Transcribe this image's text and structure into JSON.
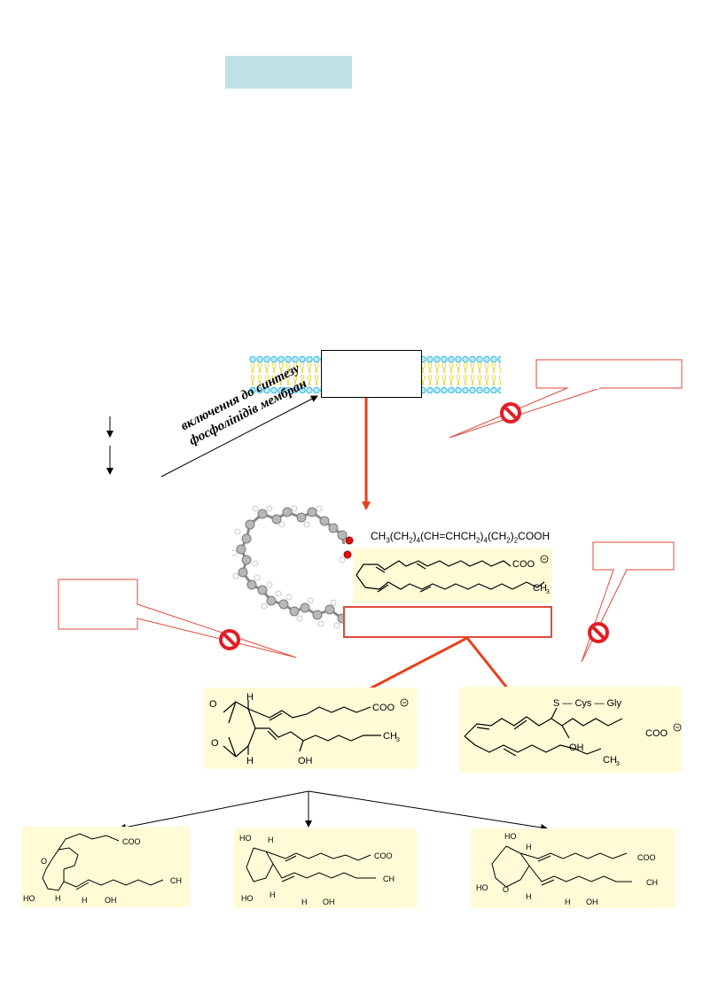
{
  "membrane_label": "включення до синтезу фосфоліпідів мембран",
  "formula": {
    "base": "CH",
    "parts": [
      {
        "t": "CH",
        "sub": "3"
      },
      {
        "t": "(CH",
        "sub": "2"
      },
      {
        "t": ")",
        "sub": "4"
      },
      {
        "t": "(CH=CHCH",
        "sub": "2"
      },
      {
        "t": ")",
        "sub": "4"
      },
      {
        "t": "(CH",
        "sub": "2"
      },
      {
        "t": ")",
        "sub": "2"
      },
      {
        "t": "COOH",
        "sub": ""
      }
    ]
  },
  "labels": {
    "coo": "COO",
    "ch3": "CH",
    "ch3_sub": "3",
    "h": "H",
    "oh": "OH",
    "ho": "HO",
    "o": "O",
    "s_cys_gly": "S — Cys — Gly"
  },
  "colors": {
    "title_box": "#bfe2e4",
    "red_arrow": "#e8401c",
    "callout_red": "#e14a3a",
    "struct_bg": "#fffbd6",
    "membrane_blue": "#2fb6e6",
    "membrane_yellow": "#e8d84a",
    "inhibit_red": "#e31e24"
  },
  "icons": [
    "inhibition-icon",
    "down-arrow-icon",
    "arachidonic-acid-3d-model-icon"
  ]
}
